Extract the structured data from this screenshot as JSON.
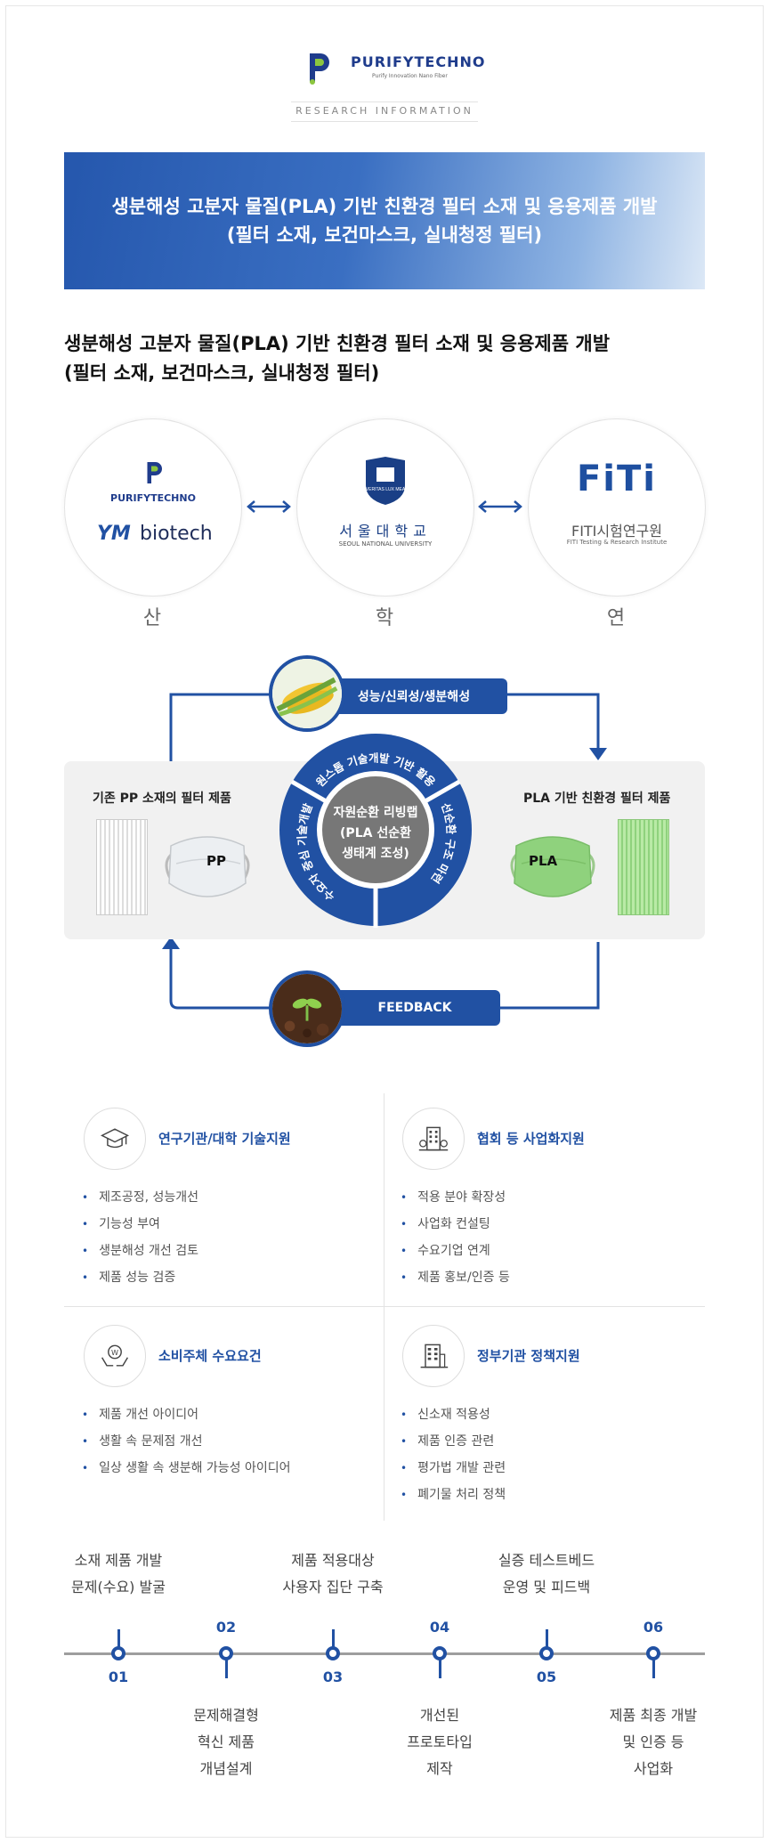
{
  "brand": {
    "name": "PURIFYTECHNO",
    "tagline": "Purify Innovation Nano Fiber",
    "section_label": "RESEARCH INFORMATION",
    "color_primary": "#2151a3"
  },
  "banner": {
    "line1": "생분해성 고분자 물질(PLA) 기반 친환경 필터 소재 및 응용제품 개발",
    "line2": "(필터 소재, 보건마스크, 실내청정 필터)"
  },
  "heading": {
    "line1": "생분해성 고분자 물질(PLA) 기반 친환경 필터 소재 및 응용제품 개발",
    "line2": "(필터 소재, 보건마스크, 실내청정 필터)"
  },
  "partners": [
    {
      "label": "산",
      "logo1": "PURIFYTECHNO",
      "logo2": "biotech",
      "logo2_prefix": "YM"
    },
    {
      "label": "학",
      "logo1": "서울대학교",
      "logo2": "SEOUL NATIONAL UNIVERSITY",
      "seal_text": "VERITAS LUX MEA"
    },
    {
      "label": "연",
      "logo1": "FITI시험연구원",
      "logo2": "FITI Testing & Research Institute",
      "mark": "FiTi"
    }
  ],
  "cycle": {
    "top_pill": "성능/신뢰성/생분해성",
    "bottom_pill": "FEEDBACK",
    "left_title": "기존 PP 소재의 필터 제품",
    "right_title": "PLA 기반 친환경 필터 제품",
    "left_mask_label": "PP",
    "right_mask_label": "PLA",
    "center_lines": [
      "자원순환 리빙랩",
      "(PLA 선순환",
      "생태계 조성)"
    ],
    "ring_top": "원스톱 기술개발 기반 활용",
    "ring_right": "선순환 구조 마련",
    "ring_left": "수요자 중심 기술개발",
    "top_icon": "corn-icon",
    "bottom_icon": "sprout-icon"
  },
  "support": [
    {
      "title": "연구기관/대학 기술지원",
      "icon": "graduation-cap-icon",
      "items": [
        "제조공정, 성능개선",
        "기능성 부여",
        "생분해성 개선 검토",
        "제품 성능 검증"
      ]
    },
    {
      "title": "협회 등 사업화지원",
      "icon": "building-icon",
      "items": [
        "적용 분야 확장성",
        "사업화 컨설팅",
        "수요기업 연계",
        "제품 홍보/인증 등"
      ]
    },
    {
      "title": "소비주체 수요요건",
      "icon": "hands-coin-icon",
      "items": [
        "제품 개선 아이디어",
        "생활 속 문제점 개선",
        "일상 생활 속 생분해 가능성 아이디어"
      ]
    },
    {
      "title": "정부기관 정책지원",
      "icon": "government-building-icon",
      "items": [
        "신소재 적용성",
        "제품 인증 관련",
        "평가법 개발 관련",
        "폐기물 처리 정책"
      ]
    }
  ],
  "timeline": [
    {
      "num": "01",
      "lines": [
        "소재 제품 개발",
        "문제(수요) 발굴"
      ]
    },
    {
      "num": "02",
      "lines": [
        "문제해결형",
        "혁신 제품",
        "개념설계"
      ]
    },
    {
      "num": "03",
      "lines": [
        "제품 적용대상",
        "사용자 집단 구축"
      ]
    },
    {
      "num": "04",
      "lines": [
        "개선된",
        "프로토타입",
        "제작"
      ]
    },
    {
      "num": "05",
      "lines": [
        "실증 테스트베드",
        "운영 및 피드백"
      ]
    },
    {
      "num": "06",
      "lines": [
        "제품 최종 개발",
        "및 인증 등",
        "사업화"
      ]
    }
  ]
}
